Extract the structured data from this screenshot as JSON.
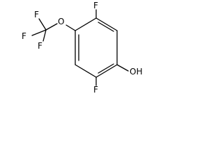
{
  "molecule": {
    "atoms": {
      "f_top": "F",
      "f_bottom": "F",
      "f_cf3_a": "F",
      "f_cf3_b": "F",
      "f_cf3_c": "F",
      "oxygen": "O",
      "hydroxyl": "OH"
    }
  }
}
